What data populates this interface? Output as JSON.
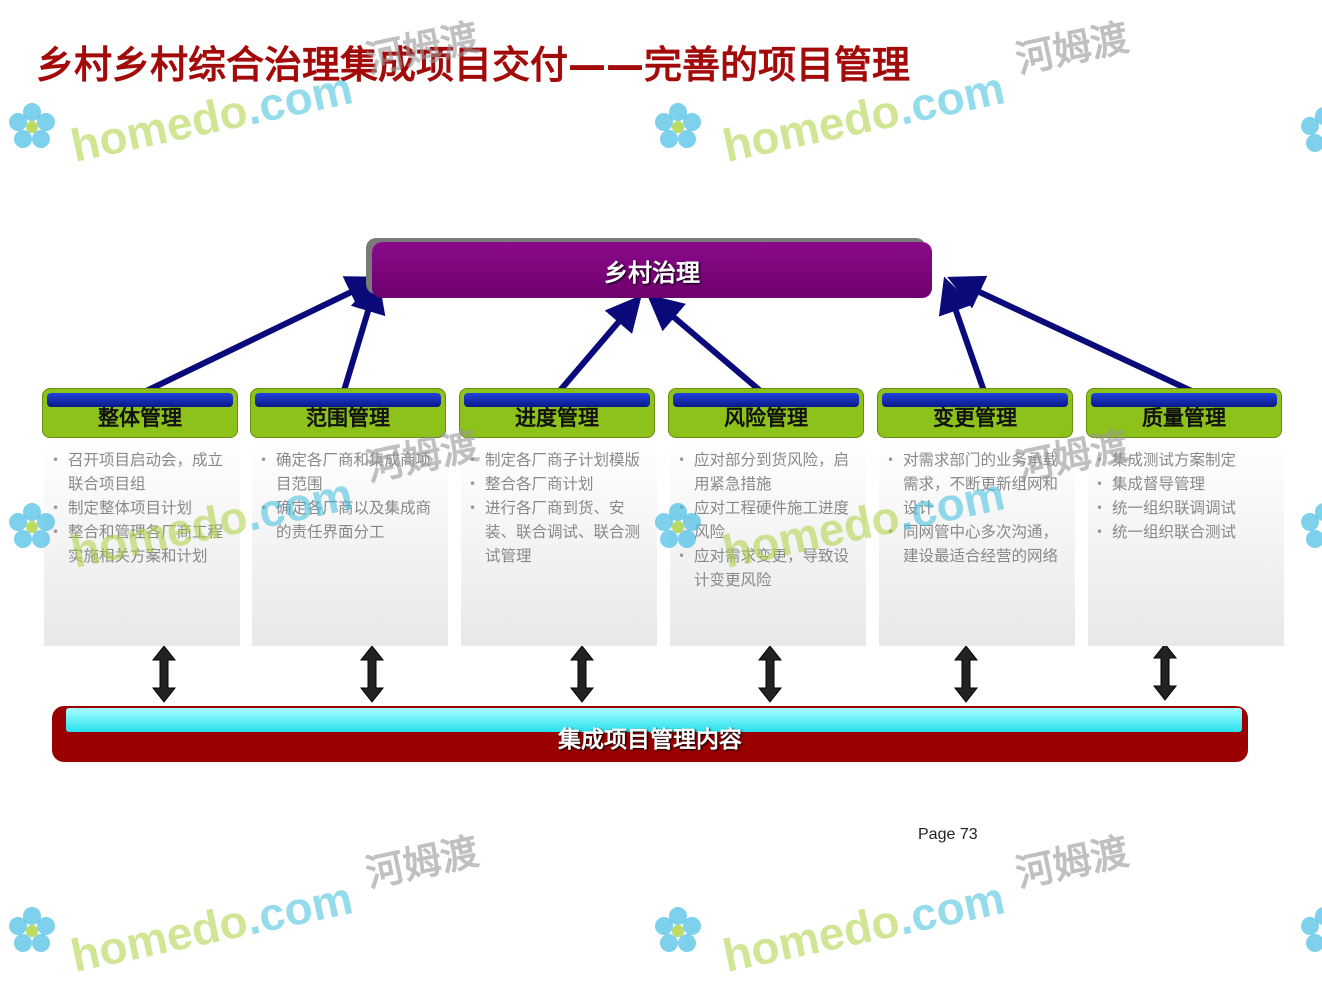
{
  "title": "乡村乡村综合治理集成项目交付——完善的项目管理",
  "top_box": {
    "label": "乡村治理"
  },
  "columns": [
    {
      "label": "整体管理",
      "items": [
        "召开项目启动会，成立联合项目组",
        "制定整体项目计划",
        "整合和管理各厂商工程实施相关方案和计划"
      ]
    },
    {
      "label": "范围管理",
      "items": [
        "确定各厂商和集成商项目范围",
        "确定各厂商以及集成商的责任界面分工"
      ]
    },
    {
      "label": "进度管理",
      "items": [
        "制定各厂商子计划模版",
        "整合各厂商计划",
        "进行各厂商到货、安装、联合调试、联合测试管理"
      ]
    },
    {
      "label": "风险管理",
      "items": [
        "应对部分到货风险，启用紧急措施",
        "应对工程硬件施工进度风险",
        "应对需求变更，导致设计变更风险"
      ]
    },
    {
      "label": "变更管理",
      "items": [
        "对需求部门的业务承载需求，不断更新组网和设计",
        "同网管中心多次沟通，建设最适合经营的网络"
      ]
    },
    {
      "label": "质量管理",
      "items": [
        "集成测试方案制定",
        "集成督导管理",
        "统一组织联调调试",
        "统一组织联合测试"
      ]
    }
  ],
  "bottom_bar": {
    "label": "集成项目管理内容"
  },
  "page_number": "Page 73",
  "watermark": {
    "brand": "homedo",
    "tld": ".com",
    "cn": "河姆渡"
  },
  "colors": {
    "title": "#a30b0b",
    "top_box": "#7a007a",
    "column_head": "#8cc21a",
    "arrow": "#0a0a7a",
    "bottom_bar": "#9b0000",
    "bottom_highlight": "#26e0ee"
  }
}
